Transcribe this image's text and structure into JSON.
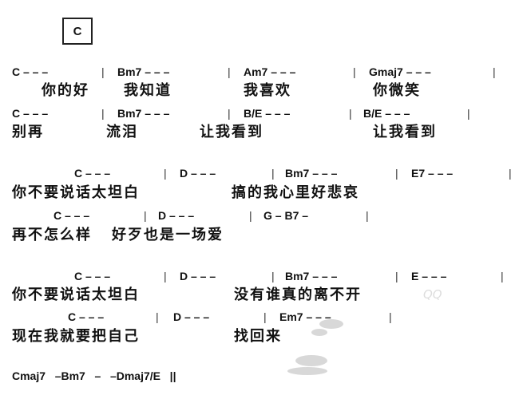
{
  "key": "C",
  "lines": [
    {
      "chords": [
        "C – – –",
        "Bm7 – – –",
        "Am7 – – –",
        "Gmaj7 – – –"
      ],
      "lyrics": [
        "你的好",
        "我知道",
        "我喜欢",
        "你微笑"
      ]
    },
    {
      "chords": [
        "C – – –",
        "Bm7 – – –",
        "B/E – – –",
        "B/E – – –"
      ],
      "lyrics": [
        "别再",
        "流泪",
        "让我看到",
        "让我看到"
      ]
    },
    {
      "chords": [
        "C – – –",
        "D – – –",
        "Bm7 – – –",
        "E7 – – –"
      ],
      "lyrics": [
        "你不要说话太坦白",
        "搞的我心里好悲哀"
      ]
    },
    {
      "chords": [
        "C – – –",
        "D – – –",
        "G – B7 –"
      ],
      "lyrics": [
        "再不怎么样",
        "好歹也是一场爱"
      ]
    },
    {
      "chords": [
        "C – – –",
        "D – – –",
        "Bm7 – – –",
        "E – – –"
      ],
      "lyrics": [
        "你不要说话太坦白",
        "没有谁真的离不开"
      ]
    },
    {
      "chords": [
        "C – – –",
        "D – – –",
        "Em7 – – –"
      ],
      "lyrics": [
        "现在我就要把自己",
        "找回来"
      ]
    }
  ],
  "ending": "Cmaj7   –Bm7   –   –Dmaj7/E   ||",
  "watermark": {
    "qq": "QQ"
  }
}
